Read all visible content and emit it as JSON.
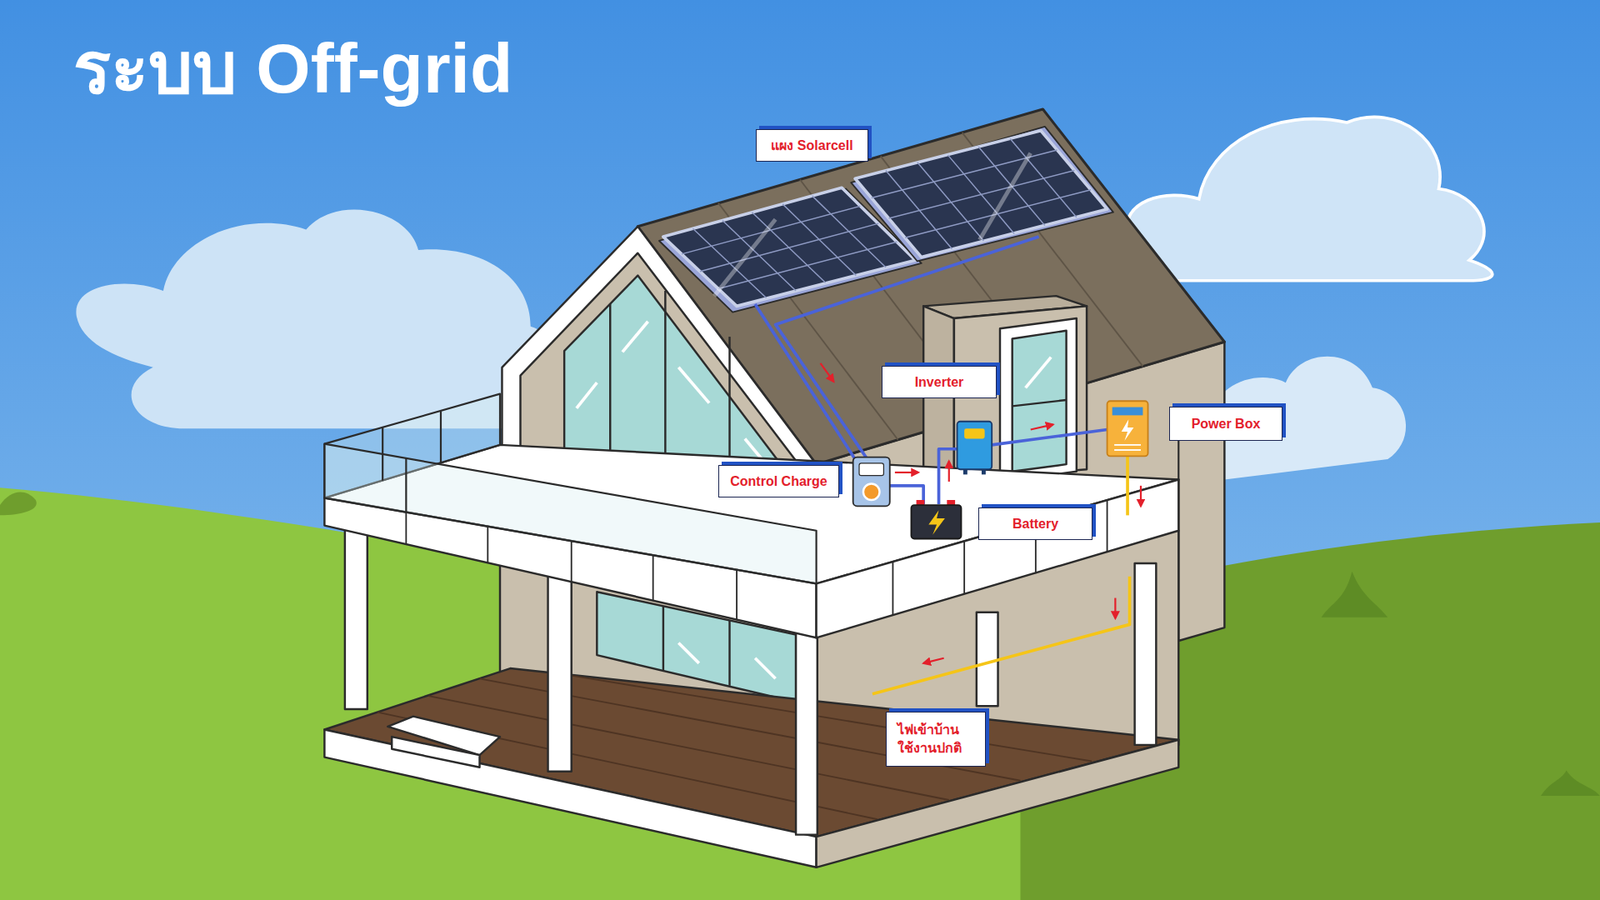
{
  "diagram": {
    "title": "ระบบ Off-grid",
    "nodes": [
      {
        "text": [
          "แผง Solarcell"
        ]
      },
      {
        "text": [
          "Inverter"
        ]
      },
      {
        "text": [
          "Power Box"
        ]
      },
      {
        "text": [
          "Control Charge"
        ]
      },
      {
        "text": [
          "Battery"
        ]
      },
      {
        "text": [
          "ไฟเข้าบ้าน ใช้งานปกติ"
        ]
      }
    ]
  }
}
